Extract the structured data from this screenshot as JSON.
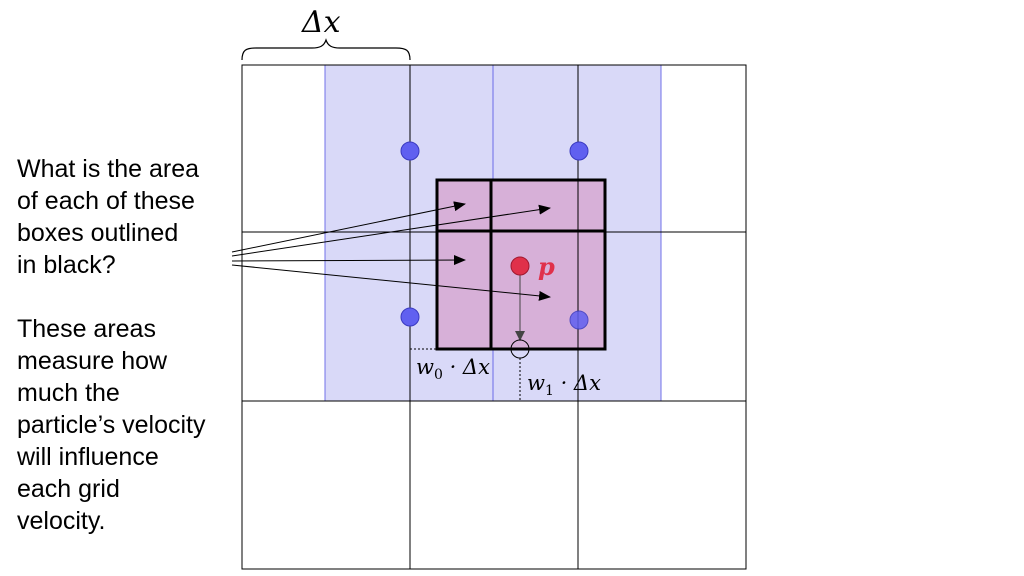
{
  "question_lines": [
    "What is the area",
    "of each of these",
    "boxes outlined",
    "in black?"
  ],
  "answer_lines": [
    "These areas",
    "measure how",
    "much the",
    "particle’s velocity",
    "will influence",
    "each grid",
    "velocity."
  ],
  "labels": {
    "delta_x": "Δx",
    "particle": "p",
    "w0_var": "w",
    "w0_sub": "0",
    "w0_rest": " · Δx",
    "w1_var": "w",
    "w1_sub": "1",
    "w1_rest": " · Δx"
  },
  "colors": {
    "grid_line": "#000000",
    "blue_region_fill": "#d8d8f8",
    "blue_region_stroke": "#6a6ae8",
    "node_dot": "#6060f0",
    "overlap_fill": "#d7b0d8",
    "particle": "#e0304a",
    "particle_label": "#e0304a"
  }
}
